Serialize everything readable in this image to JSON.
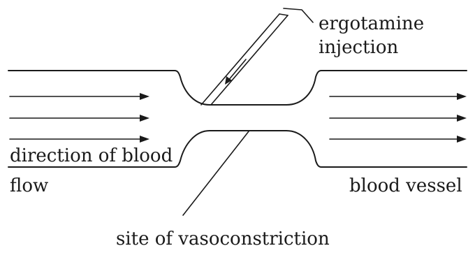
{
  "labels": {
    "injection_line1": "ergotamine",
    "injection_line2": "injection",
    "flow_line1": "direction of blood",
    "flow_line2": "flow",
    "vessel": "blood vessel",
    "constriction": "site of vasoconstriction"
  },
  "flow_arrows": {
    "left_count": 3,
    "right_count": 3,
    "direction": "left-to-right"
  }
}
